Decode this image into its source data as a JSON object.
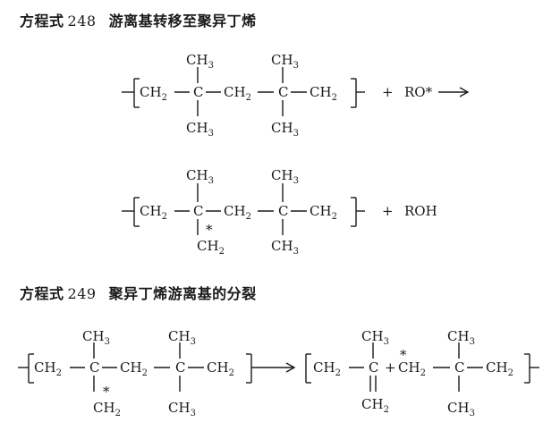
{
  "eq248": {
    "label": "方程式",
    "number": "248",
    "title": "游离基转移至聚异丁烯"
  },
  "eq249": {
    "label": "方程式",
    "number": "249",
    "title": "聚异丁烯游离基的分裂"
  },
  "groups": {
    "ch3": "CH",
    "ch2": "CH",
    "c": "C",
    "three": "3",
    "two": "2",
    "dash": "—",
    "star": "*"
  },
  "reagents": {
    "plus": "+",
    "radical": "RO*",
    "alcohol": "ROH"
  }
}
